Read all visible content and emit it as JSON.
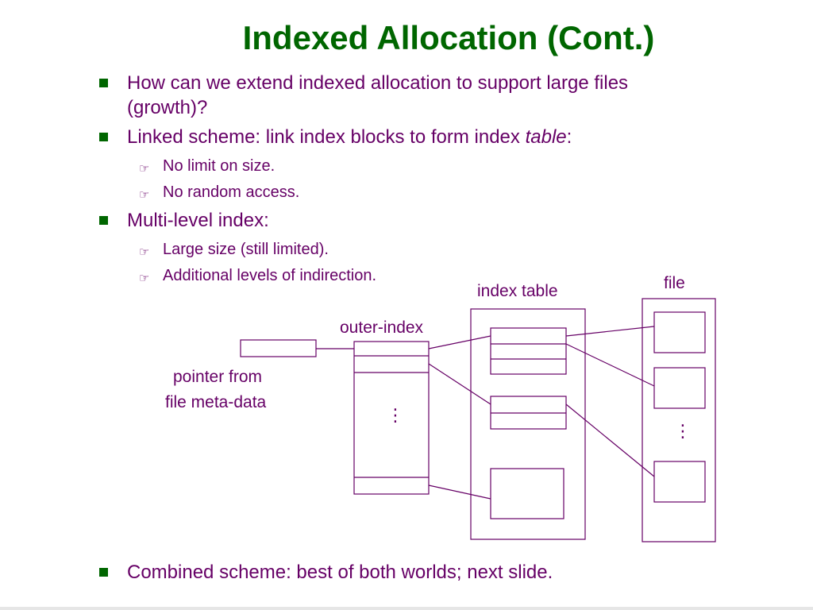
{
  "slide": {
    "title": "Indexed Allocation (Cont.)",
    "bullets": [
      {
        "text": "How can we extend indexed allocation to support large files (growth)?"
      },
      {
        "text_before": "Linked scheme: link index blocks to form index ",
        "text_italic": "table",
        "text_after": ":",
        "subitems": [
          "No limit on size.",
          "No random access."
        ]
      },
      {
        "text": "Multi-level index:",
        "subitems": [
          "Large size (still limited).",
          "Additional levels of indirection."
        ]
      },
      {
        "text": "Combined scheme: best of both worlds; next slide."
      }
    ],
    "bullet_icon": "square-bullet-icon",
    "subitem_icon": "pointing-hand-icon"
  },
  "diagram": {
    "labels": {
      "file": "file",
      "index_table": "index table",
      "outer_index": "outer-index",
      "pointer_line1": "pointer from",
      "pointer_line2": "file meta-data",
      "ellipsis": "⋮"
    }
  },
  "colors": {
    "title": "#006600",
    "text": "#660066",
    "bullet_marker": "#006600",
    "diagram_lines": "#660066"
  }
}
